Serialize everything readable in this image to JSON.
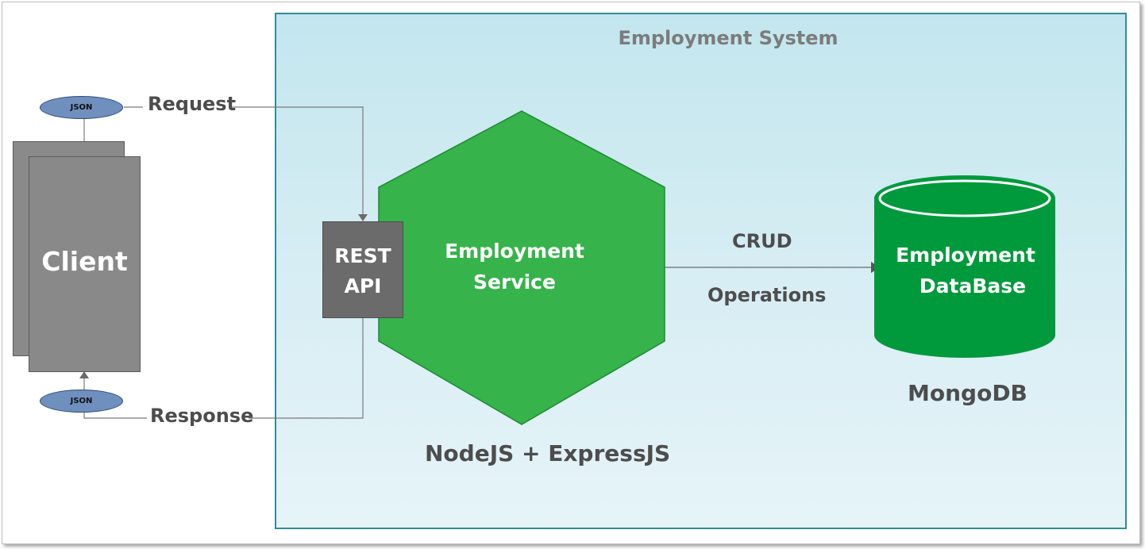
{
  "diagram": {
    "system_title": "Employment System",
    "client": {
      "label": "Client"
    },
    "request": {
      "badge": "JSON",
      "label": "Request"
    },
    "response": {
      "badge": "JSON",
      "label": "Response"
    },
    "rest_api": {
      "line1": "REST",
      "line2": "API"
    },
    "service": {
      "line1": "Employment",
      "line2": "Service",
      "caption": "NodeJS + ExpressJS"
    },
    "crud_link": {
      "line1": "CRUD",
      "line2": "Operations"
    },
    "database": {
      "line1": "Employment",
      "line2": "DataBase",
      "caption": "MongoDB"
    }
  },
  "colors": {
    "system_border": "#2f8c9c",
    "hexagon_fill": "#36b34a",
    "database_fill": "#009a3c",
    "client_fill": "#898989",
    "rest_fill": "#6b6b6b",
    "json_fill": "#6f8fbe",
    "text_gray": "#4d4d4d"
  }
}
